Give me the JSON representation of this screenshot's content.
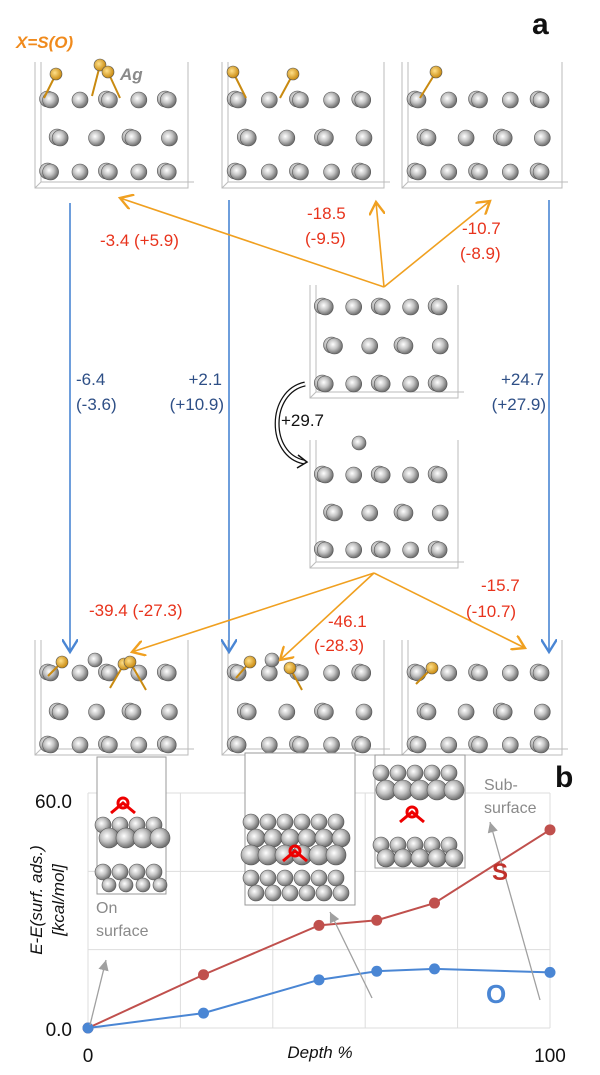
{
  "panel_a": {
    "label": "a",
    "legend_adsorbate": "X=S(O)",
    "legend_metal": "Ag",
    "energies": {
      "top_left": "-3.4 (+5.9)",
      "top_mid_1": "-18.5",
      "top_mid_2": "(-9.5)",
      "top_right_1": "-10.7",
      "top_right_2": "(-8.9)",
      "vert_left_1": "-6.4",
      "vert_left_2": "(-3.6)",
      "vert_mid_1": "+2.1",
      "vert_mid_2": "(+10.9)",
      "vert_right_1": "+24.7",
      "vert_right_2": "(+27.9)",
      "vacancy": "+29.7",
      "bot_left": "-39.4 (-27.3)",
      "bot_mid_1": "-46.1",
      "bot_mid_2": "(-28.3)",
      "bot_right_1": "-15.7",
      "bot_right_2": "(-10.7)"
    },
    "colors": {
      "adsorbate": "#e39a1c",
      "metal": "#b9b9b9",
      "orange_arrow": "#f0a020",
      "blue_arrow": "#4a86d4",
      "red_text": "#e8331c",
      "blue_text": "#2e4f86"
    }
  },
  "panel_b": {
    "label": "b",
    "inset_labels": {
      "on_1": "On",
      "on_2": "surface",
      "sub_1": "Sub-",
      "sub_2": "surface"
    },
    "chart_data": {
      "type": "line",
      "xlabel": "Depth %",
      "ylabel_1": "E-E(surf. ads.)",
      "ylabel_2": "[kcal/mol]",
      "xlim": [
        0,
        100
      ],
      "ylim": [
        0,
        60
      ],
      "x_ticks": [
        "0",
        "100"
      ],
      "y_ticks": [
        "0.0",
        "60.0"
      ],
      "grid": true,
      "x": [
        0,
        25,
        50,
        62.5,
        75,
        100
      ],
      "series": [
        {
          "name": "S",
          "color": "#c0504d",
          "values": [
            0,
            13.6,
            26.2,
            27.5,
            31.9,
            50.6
          ]
        },
        {
          "name": "O",
          "color": "#4a86d4",
          "values": [
            0,
            3.8,
            12.3,
            14.5,
            15.1,
            14.2
          ]
        }
      ]
    }
  }
}
